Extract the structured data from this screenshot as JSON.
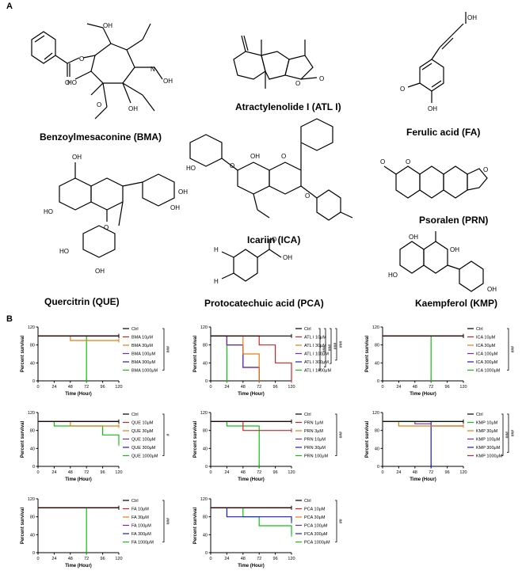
{
  "panels": {
    "a": "A",
    "b": "B"
  },
  "molecules": [
    {
      "name": "Benzoylmesaconine (BMA)"
    },
    {
      "name": "Atractylenolide I (ATL I)"
    },
    {
      "name": "Ferulic acid (FA)"
    },
    {
      "name": "Icariin (ICA)"
    },
    {
      "name": "Psoralen (PRN)"
    },
    {
      "name": "Quercitrin (QUE)"
    },
    {
      "name": "Protocatechuic acid (PCA)"
    },
    {
      "name": "Kaempferol (KMP)"
    }
  ],
  "atom_labels": {
    "oh": "OH",
    "o": "O",
    "n": "N",
    "h": "H",
    "ho": "HO"
  },
  "colors": {
    "ctrl": "#000000",
    "s1": "#d62020",
    "s2": "#e87c10",
    "s3": "#7a2aa0",
    "s4": "#1a1ad0",
    "s5": "#10c010"
  },
  "chart_data": [
    {
      "type": "line",
      "title": "",
      "xlabel": "Time (Hour)",
      "ylabel": "Percent survival",
      "xticks": [
        0,
        24,
        48,
        72,
        96,
        120
      ],
      "yticks": [
        0,
        40,
        80,
        120
      ],
      "xlim": [
        0,
        120
      ],
      "ylim": [
        0,
        120
      ],
      "legend": "right",
      "series": [
        {
          "name": "Ctrl",
          "color": "#000000",
          "points": [
            [
              0,
              100
            ],
            [
              120,
              100
            ]
          ]
        },
        {
          "name": "BMA 10μM",
          "color": "#d62020",
          "points": [
            [
              0,
              100
            ],
            [
              120,
              100
            ]
          ]
        },
        {
          "name": "BMA 30μM",
          "color": "#e87c10",
          "points": [
            [
              0,
              100
            ],
            [
              48,
              100
            ],
            [
              48,
              90
            ],
            [
              120,
              90
            ]
          ]
        },
        {
          "name": "BMA 100μM",
          "color": "#7a2aa0",
          "points": [
            [
              0,
              100
            ],
            [
              120,
              100
            ]
          ]
        },
        {
          "name": "BMA 300μM",
          "color": "#1a1ad0",
          "points": [
            [
              0,
              100
            ],
            [
              120,
              100
            ]
          ]
        },
        {
          "name": "BMA 1000μM",
          "color": "#10c010",
          "points": [
            [
              0,
              100
            ],
            [
              72,
              100
            ],
            [
              72,
              0
            ]
          ]
        }
      ],
      "significance": [
        "###"
      ]
    },
    {
      "type": "line",
      "title": "",
      "xlabel": "Time (Hour)",
      "ylabel": "Percent survival",
      "xticks": [
        0,
        24,
        48,
        72,
        96,
        120
      ],
      "yticks": [
        0,
        40,
        80,
        120
      ],
      "xlim": [
        0,
        120
      ],
      "ylim": [
        0,
        120
      ],
      "legend": "right",
      "series": [
        {
          "name": "Ctrl",
          "color": "#000000",
          "points": [
            [
              0,
              100
            ],
            [
              120,
              100
            ]
          ]
        },
        {
          "name": "ATL I 10μM",
          "color": "#d62020",
          "points": [
            [
              0,
              100
            ],
            [
              72,
              100
            ],
            [
              72,
              80
            ],
            [
              96,
              80
            ],
            [
              96,
              40
            ],
            [
              120,
              40
            ],
            [
              120,
              0
            ]
          ]
        },
        {
          "name": "ATL I 30μM",
          "color": "#e87c10",
          "points": [
            [
              0,
              100
            ],
            [
              48,
              100
            ],
            [
              48,
              60
            ],
            [
              72,
              60
            ],
            [
              72,
              0
            ]
          ]
        },
        {
          "name": "ATL I 100μM",
          "color": "#7a2aa0",
          "points": [
            [
              0,
              100
            ],
            [
              24,
              100
            ],
            [
              24,
              80
            ],
            [
              48,
              80
            ],
            [
              48,
              30
            ],
            [
              72,
              30
            ],
            [
              72,
              0
            ]
          ]
        },
        {
          "name": "ATL I 300μM",
          "color": "#1a1ad0",
          "points": [
            [
              0,
              100
            ],
            [
              24,
              100
            ],
            [
              24,
              80
            ],
            [
              48,
              80
            ],
            [
              48,
              30
            ],
            [
              72,
              30
            ],
            [
              72,
              0
            ]
          ]
        },
        {
          "name": "ATL I 1000μM",
          "color": "#10c010",
          "points": [
            [
              0,
              100
            ],
            [
              24,
              100
            ],
            [
              24,
              0
            ]
          ]
        }
      ],
      "significance": [
        "###",
        "###",
        "###",
        "###"
      ]
    },
    {
      "type": "line",
      "title": "",
      "xlabel": "Time (Hour)",
      "ylabel": "Percent survival",
      "xticks": [
        0,
        24,
        48,
        72,
        96,
        120
      ],
      "yticks": [
        0,
        40,
        80,
        120
      ],
      "xlim": [
        0,
        120
      ],
      "ylim": [
        0,
        120
      ],
      "legend": "right",
      "series": [
        {
          "name": "Ctrl",
          "color": "#000000",
          "points": [
            [
              0,
              100
            ],
            [
              120,
              100
            ]
          ]
        },
        {
          "name": "ICA 10μM",
          "color": "#d62020",
          "points": [
            [
              0,
              100
            ],
            [
              120,
              100
            ]
          ]
        },
        {
          "name": "ICA 30μM",
          "color": "#e87c10",
          "points": [
            [
              0,
              100
            ],
            [
              120,
              100
            ]
          ]
        },
        {
          "name": "ICA 100μM",
          "color": "#7a2aa0",
          "points": [
            [
              0,
              100
            ],
            [
              120,
              100
            ]
          ]
        },
        {
          "name": "ICA 300μM",
          "color": "#1a1ad0",
          "points": [
            [
              0,
              100
            ],
            [
              120,
              100
            ]
          ]
        },
        {
          "name": "ICA 1000μM",
          "color": "#10c010",
          "points": [
            [
              0,
              100
            ],
            [
              72,
              100
            ],
            [
              72,
              0
            ]
          ]
        }
      ],
      "significance": [
        "###"
      ]
    },
    {
      "type": "line",
      "title": "",
      "xlabel": "Time (Hour)",
      "ylabel": "Percent survival",
      "xticks": [
        0,
        24,
        48,
        72,
        96,
        120
      ],
      "yticks": [
        0,
        40,
        80,
        120
      ],
      "xlim": [
        0,
        120
      ],
      "ylim": [
        0,
        120
      ],
      "legend": "right",
      "series": [
        {
          "name": "Ctrl",
          "color": "#000000",
          "points": [
            [
              0,
              100
            ],
            [
              120,
              100
            ]
          ]
        },
        {
          "name": "QUE 10μM",
          "color": "#d62020",
          "points": [
            [
              0,
              100
            ],
            [
              120,
              100
            ]
          ]
        },
        {
          "name": "QUE 30μM",
          "color": "#e87c10",
          "points": [
            [
              0,
              100
            ],
            [
              48,
              100
            ],
            [
              48,
              90
            ],
            [
              120,
              90
            ]
          ]
        },
        {
          "name": "QUE 100μM",
          "color": "#7a2aa0",
          "points": [
            [
              0,
              100
            ],
            [
              120,
              100
            ]
          ]
        },
        {
          "name": "QUE 300μM",
          "color": "#1a1ad0",
          "points": [
            [
              0,
              100
            ],
            [
              120,
              100
            ]
          ]
        },
        {
          "name": "QUE 1000μM",
          "color": "#10c010",
          "points": [
            [
              0,
              100
            ],
            [
              24,
              100
            ],
            [
              24,
              90
            ],
            [
              96,
              90
            ],
            [
              96,
              70
            ],
            [
              120,
              70
            ],
            [
              120,
              50
            ]
          ]
        }
      ],
      "significance": [
        "#"
      ]
    },
    {
      "type": "line",
      "title": "",
      "xlabel": "Time (Hour)",
      "ylabel": "Percent survival",
      "xticks": [
        0,
        24,
        48,
        72,
        96,
        120
      ],
      "yticks": [
        0,
        40,
        80,
        120
      ],
      "xlim": [
        0,
        120
      ],
      "ylim": [
        0,
        120
      ],
      "legend": "right",
      "series": [
        {
          "name": "Ctrl",
          "color": "#000000",
          "points": [
            [
              0,
              100
            ],
            [
              120,
              100
            ]
          ]
        },
        {
          "name": "PRN 1μM",
          "color": "#d62020",
          "points": [
            [
              0,
              100
            ],
            [
              48,
              100
            ],
            [
              48,
              80
            ],
            [
              120,
              80
            ]
          ]
        },
        {
          "name": "PRN 3μM",
          "color": "#e87c10",
          "points": [
            [
              0,
              100
            ],
            [
              120,
              100
            ]
          ]
        },
        {
          "name": "PRN 10μM",
          "color": "#7a2aa0",
          "points": [
            [
              0,
              100
            ],
            [
              120,
              100
            ]
          ]
        },
        {
          "name": "PRN 30μM",
          "color": "#1a1ad0",
          "points": [
            [
              0,
              100
            ],
            [
              120,
              100
            ]
          ]
        },
        {
          "name": "PRN 100μM",
          "color": "#10c010",
          "points": [
            [
              0,
              100
            ],
            [
              24,
              100
            ],
            [
              24,
              90
            ],
            [
              72,
              90
            ],
            [
              72,
              0
            ]
          ]
        }
      ],
      "significance": [
        "###"
      ]
    },
    {
      "type": "line",
      "title": "",
      "xlabel": "Time (Hour)",
      "ylabel": "Percent survival",
      "xticks": [
        0,
        24,
        48,
        72,
        96,
        120
      ],
      "yticks": [
        0,
        40,
        80,
        120
      ],
      "xlim": [
        0,
        120
      ],
      "ylim": [
        0,
        120
      ],
      "legend": "right",
      "series": [
        {
          "name": "Ctrl",
          "color": "#000000",
          "points": [
            [
              0,
              100
            ],
            [
              120,
              100
            ]
          ]
        },
        {
          "name": "KMP 10μM",
          "color": "#10c010",
          "points": [
            [
              0,
              100
            ],
            [
              120,
              100
            ]
          ]
        },
        {
          "name": "KMP 30μM",
          "color": "#e87c10",
          "points": [
            [
              0,
              100
            ],
            [
              24,
              100
            ],
            [
              24,
              90
            ],
            [
              120,
              90
            ]
          ]
        },
        {
          "name": "KMP 100μM",
          "color": "#7a2aa0",
          "points": [
            [
              0,
              100
            ],
            [
              48,
              100
            ],
            [
              48,
              95
            ],
            [
              72,
              95
            ],
            [
              72,
              90
            ],
            [
              120,
              90
            ]
          ]
        },
        {
          "name": "KMP 300μM",
          "color": "#1a1ad0",
          "points": [
            [
              0,
              100
            ],
            [
              72,
              100
            ],
            [
              72,
              0
            ]
          ]
        },
        {
          "name": "KMP 1000μM",
          "color": "#d62020",
          "points": [
            [
              0,
              100
            ],
            [
              120,
              100
            ]
          ]
        }
      ],
      "significance": [
        "###",
        "###"
      ]
    },
    {
      "type": "line",
      "title": "",
      "xlabel": "Time (Hour)",
      "ylabel": "Percent survival",
      "xticks": [
        0,
        24,
        48,
        72,
        96,
        120
      ],
      "yticks": [
        0,
        40,
        80,
        120
      ],
      "xlim": [
        0,
        120
      ],
      "ylim": [
        0,
        120
      ],
      "legend": "right",
      "series": [
        {
          "name": "Ctrl",
          "color": "#000000",
          "points": [
            [
              0,
              100
            ],
            [
              120,
              100
            ]
          ]
        },
        {
          "name": "FA 10μM",
          "color": "#d62020",
          "points": [
            [
              0,
              100
            ],
            [
              120,
              100
            ]
          ]
        },
        {
          "name": "FA 30μM",
          "color": "#e87c10",
          "points": [
            [
              0,
              100
            ],
            [
              120,
              100
            ]
          ]
        },
        {
          "name": "FA 100μM",
          "color": "#7a2aa0",
          "points": [
            [
              0,
              100
            ],
            [
              120,
              100
            ]
          ]
        },
        {
          "name": "FA 300μM",
          "color": "#1a1ad0",
          "points": [
            [
              0,
              100
            ],
            [
              120,
              100
            ]
          ]
        },
        {
          "name": "FA 1000μM",
          "color": "#10c010",
          "points": [
            [
              0,
              100
            ],
            [
              72,
              100
            ],
            [
              72,
              0
            ]
          ]
        }
      ],
      "significance": [
        "###"
      ]
    },
    {
      "type": "line",
      "title": "",
      "xlabel": "Time (Hour)",
      "ylabel": "Percent survival",
      "xticks": [
        0,
        24,
        48,
        72,
        96,
        120
      ],
      "yticks": [
        0,
        40,
        80,
        120
      ],
      "xlim": [
        0,
        120
      ],
      "ylim": [
        0,
        120
      ],
      "legend": "right",
      "series": [
        {
          "name": "Ctrl",
          "color": "#000000",
          "points": [
            [
              0,
              100
            ],
            [
              120,
              100
            ]
          ]
        },
        {
          "name": "PCA 10μM",
          "color": "#d62020",
          "points": [
            [
              0,
              100
            ],
            [
              120,
              100
            ]
          ]
        },
        {
          "name": "PCA 30μM",
          "color": "#e87c10",
          "points": [
            [
              0,
              100
            ],
            [
              120,
              100
            ]
          ]
        },
        {
          "name": "PCA 100μM",
          "color": "#7a2aa0",
          "points": [
            [
              0,
              100
            ],
            [
              120,
              100
            ]
          ]
        },
        {
          "name": "PCA 300μM",
          "color": "#1a1ad0",
          "points": [
            [
              0,
              100
            ],
            [
              24,
              100
            ],
            [
              24,
              80
            ],
            [
              120,
              80
            ],
            [
              120,
              70
            ]
          ]
        },
        {
          "name": "PCA 1000μM",
          "color": "#10c010",
          "points": [
            [
              0,
              100
            ],
            [
              48,
              100
            ],
            [
              48,
              80
            ],
            [
              72,
              80
            ],
            [
              72,
              60
            ],
            [
              120,
              60
            ],
            [
              120,
              40
            ]
          ]
        }
      ],
      "significance": [
        "##"
      ]
    }
  ]
}
